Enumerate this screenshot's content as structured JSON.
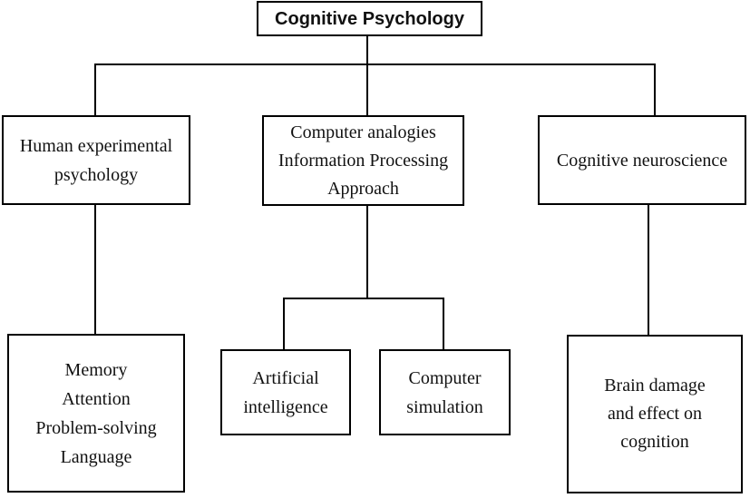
{
  "diagram": {
    "type": "tree",
    "nodes": {
      "root": {
        "label": "Cognitive Psychology"
      },
      "human_experimental": {
        "label": "Human experimental\npsychology"
      },
      "information_processing": {
        "label": "Computer analogies\nInformation Processing\nApproach"
      },
      "cognitive_neuroscience": {
        "label": "Cognitive neuroscience"
      },
      "experimental_topics": {
        "label": "Memory\nAttention\nProblem-solving\nLanguage"
      },
      "artificial_intelligence": {
        "label": "Artificial\nintelligence"
      },
      "computer_simulation": {
        "label": "Computer\nsimulation"
      },
      "brain_damage": {
        "label": "Brain damage\nand effect on\ncognition"
      }
    },
    "edges": [
      [
        "root",
        "human_experimental"
      ],
      [
        "root",
        "information_processing"
      ],
      [
        "root",
        "cognitive_neuroscience"
      ],
      [
        "human_experimental",
        "experimental_topics"
      ],
      [
        "information_processing",
        "artificial_intelligence"
      ],
      [
        "information_processing",
        "computer_simulation"
      ],
      [
        "cognitive_neuroscience",
        "brain_damage"
      ]
    ],
    "colors": {
      "line": "#000000",
      "border": "#000000",
      "background": "#ffffff",
      "text": "#111111"
    }
  }
}
